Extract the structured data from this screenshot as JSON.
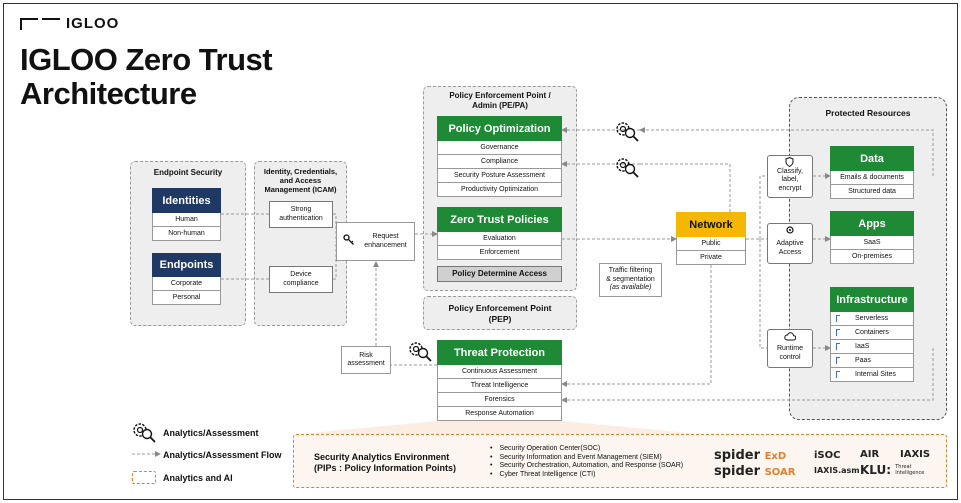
{
  "logo": "IGLOO",
  "title": {
    "line1": "IGLOO Zero Trust",
    "line2": "Architecture"
  },
  "endpoint": {
    "title": "Endpoint Security",
    "identities": {
      "label": "Identities",
      "rows": [
        "Human",
        "Non-human"
      ]
    },
    "endpoints": {
      "label": "Endpoints",
      "rows": [
        "Corporate",
        "Personal"
      ]
    }
  },
  "icam": {
    "title": "Identity, Credentials, and Access Management (ICAM)",
    "strong_auth": "Strong authentication",
    "device_compliance": "Device compliance"
  },
  "request_enhancement": "Request enhancement",
  "risk_assessment": "Risk assessment",
  "pepa": {
    "title": "Policy Enforcement Point / Admin (PE/PA)",
    "optimization": {
      "label": "Policy Optimization",
      "rows": [
        "Governance",
        "Compliance",
        "Security Posture Assessment",
        "Productivity Optimization"
      ]
    },
    "zero_trust": {
      "label": "Zero Trust Policies",
      "rows": [
        "Evaluation",
        "Enforcement"
      ]
    },
    "determine": "Policy Determine Access"
  },
  "pep": {
    "title": "Policy Enforcement Point (PEP)",
    "threat": {
      "label": "Threat Protection",
      "rows": [
        "Continuous Assessment",
        "Threat Intelligence",
        "Forensics",
        "Response Automation"
      ]
    }
  },
  "network": {
    "label": "Network",
    "rows": [
      "Public",
      "Private"
    ]
  },
  "traffic_note": {
    "line1": "Traffic filtering",
    "line2": "& segmentation",
    "line3": "(as available)"
  },
  "protected": {
    "title": "Protected Resources",
    "classify": "Classify, label, encrypt",
    "adaptive": "Adaptive Access",
    "runtime": "Runtime control",
    "data": {
      "label": "Data",
      "rows": [
        "Emails & documents",
        "Structured data"
      ]
    },
    "apps": {
      "label": "Apps",
      "rows": [
        "SaaS",
        "On-premises"
      ]
    },
    "infra": {
      "label": "Infrastructure",
      "rows": [
        "Serverless",
        "Containers",
        "IaaS",
        "Paas",
        "Internal Sites"
      ]
    }
  },
  "legend": {
    "analytics": "Analytics/Assessment",
    "flow": "Analytics/Assessment Flow",
    "ai": "Analytics and AI"
  },
  "sae": {
    "title_line1": "Security Analytics Environment",
    "title_line2": "(PIPs : Policy Information Points)",
    "items": [
      "Security Operation Center(SOC)",
      "Security Information and Event Management (SIEM)",
      "Security Orchestration, Automation, and Response (SOAR)",
      "Cyber Threat Intelligence (CTI)"
    ],
    "brands": {
      "spider_exd": "spider",
      "exd": "ExD",
      "spider_soar": "spider",
      "soar": "SOAR",
      "isoc": "iSOC",
      "air": "AIR",
      "iaxis": "IAXIS",
      "iaxis_asm": "IAXIS.asm",
      "klu": "KLU:",
      "klu_sub": "Threat Intelligence"
    }
  },
  "colors": {
    "navy": "#1f3864",
    "green": "#1e8a35",
    "yellow": "#f5b800",
    "orange": "#e3802e"
  }
}
